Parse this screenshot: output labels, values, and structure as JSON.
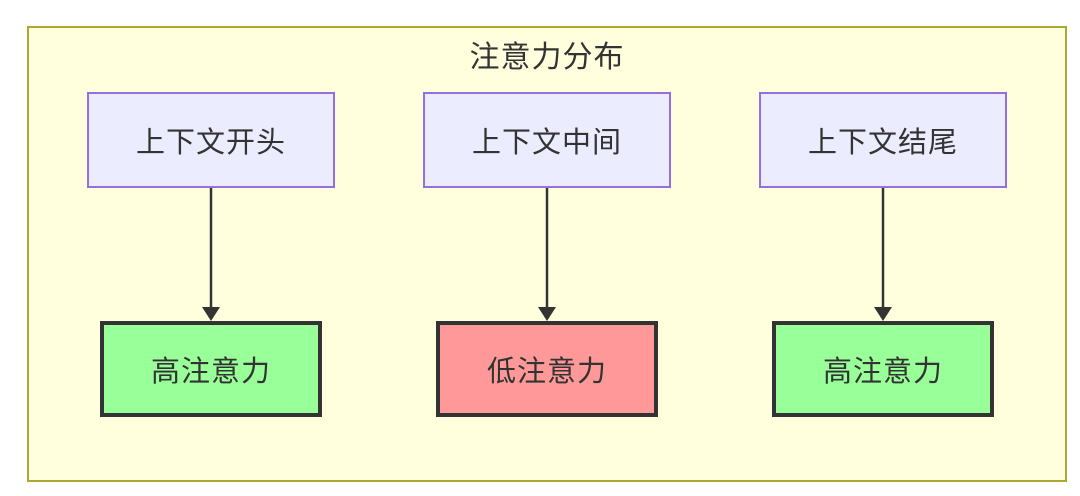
{
  "diagram": {
    "title": "注意力分布",
    "colors": {
      "page_bg": "#ffffff",
      "frame_bg": "#ffffde",
      "frame_border": "#aaaa33",
      "source_bg": "#ececff",
      "source_border": "#9370db",
      "high_bg": "#99ff99",
      "low_bg": "#ff9999",
      "result_border": "#333333",
      "text": "#333333",
      "arrow": "#333333"
    },
    "columns": [
      {
        "source": {
          "label": "上下文开头"
        },
        "result": {
          "label": "高注意力",
          "level": "high"
        }
      },
      {
        "source": {
          "label": "上下文中间"
        },
        "result": {
          "label": "低注意力",
          "level": "low"
        }
      },
      {
        "source": {
          "label": "上下文结尾"
        },
        "result": {
          "label": "高注意力",
          "level": "high"
        }
      }
    ]
  }
}
